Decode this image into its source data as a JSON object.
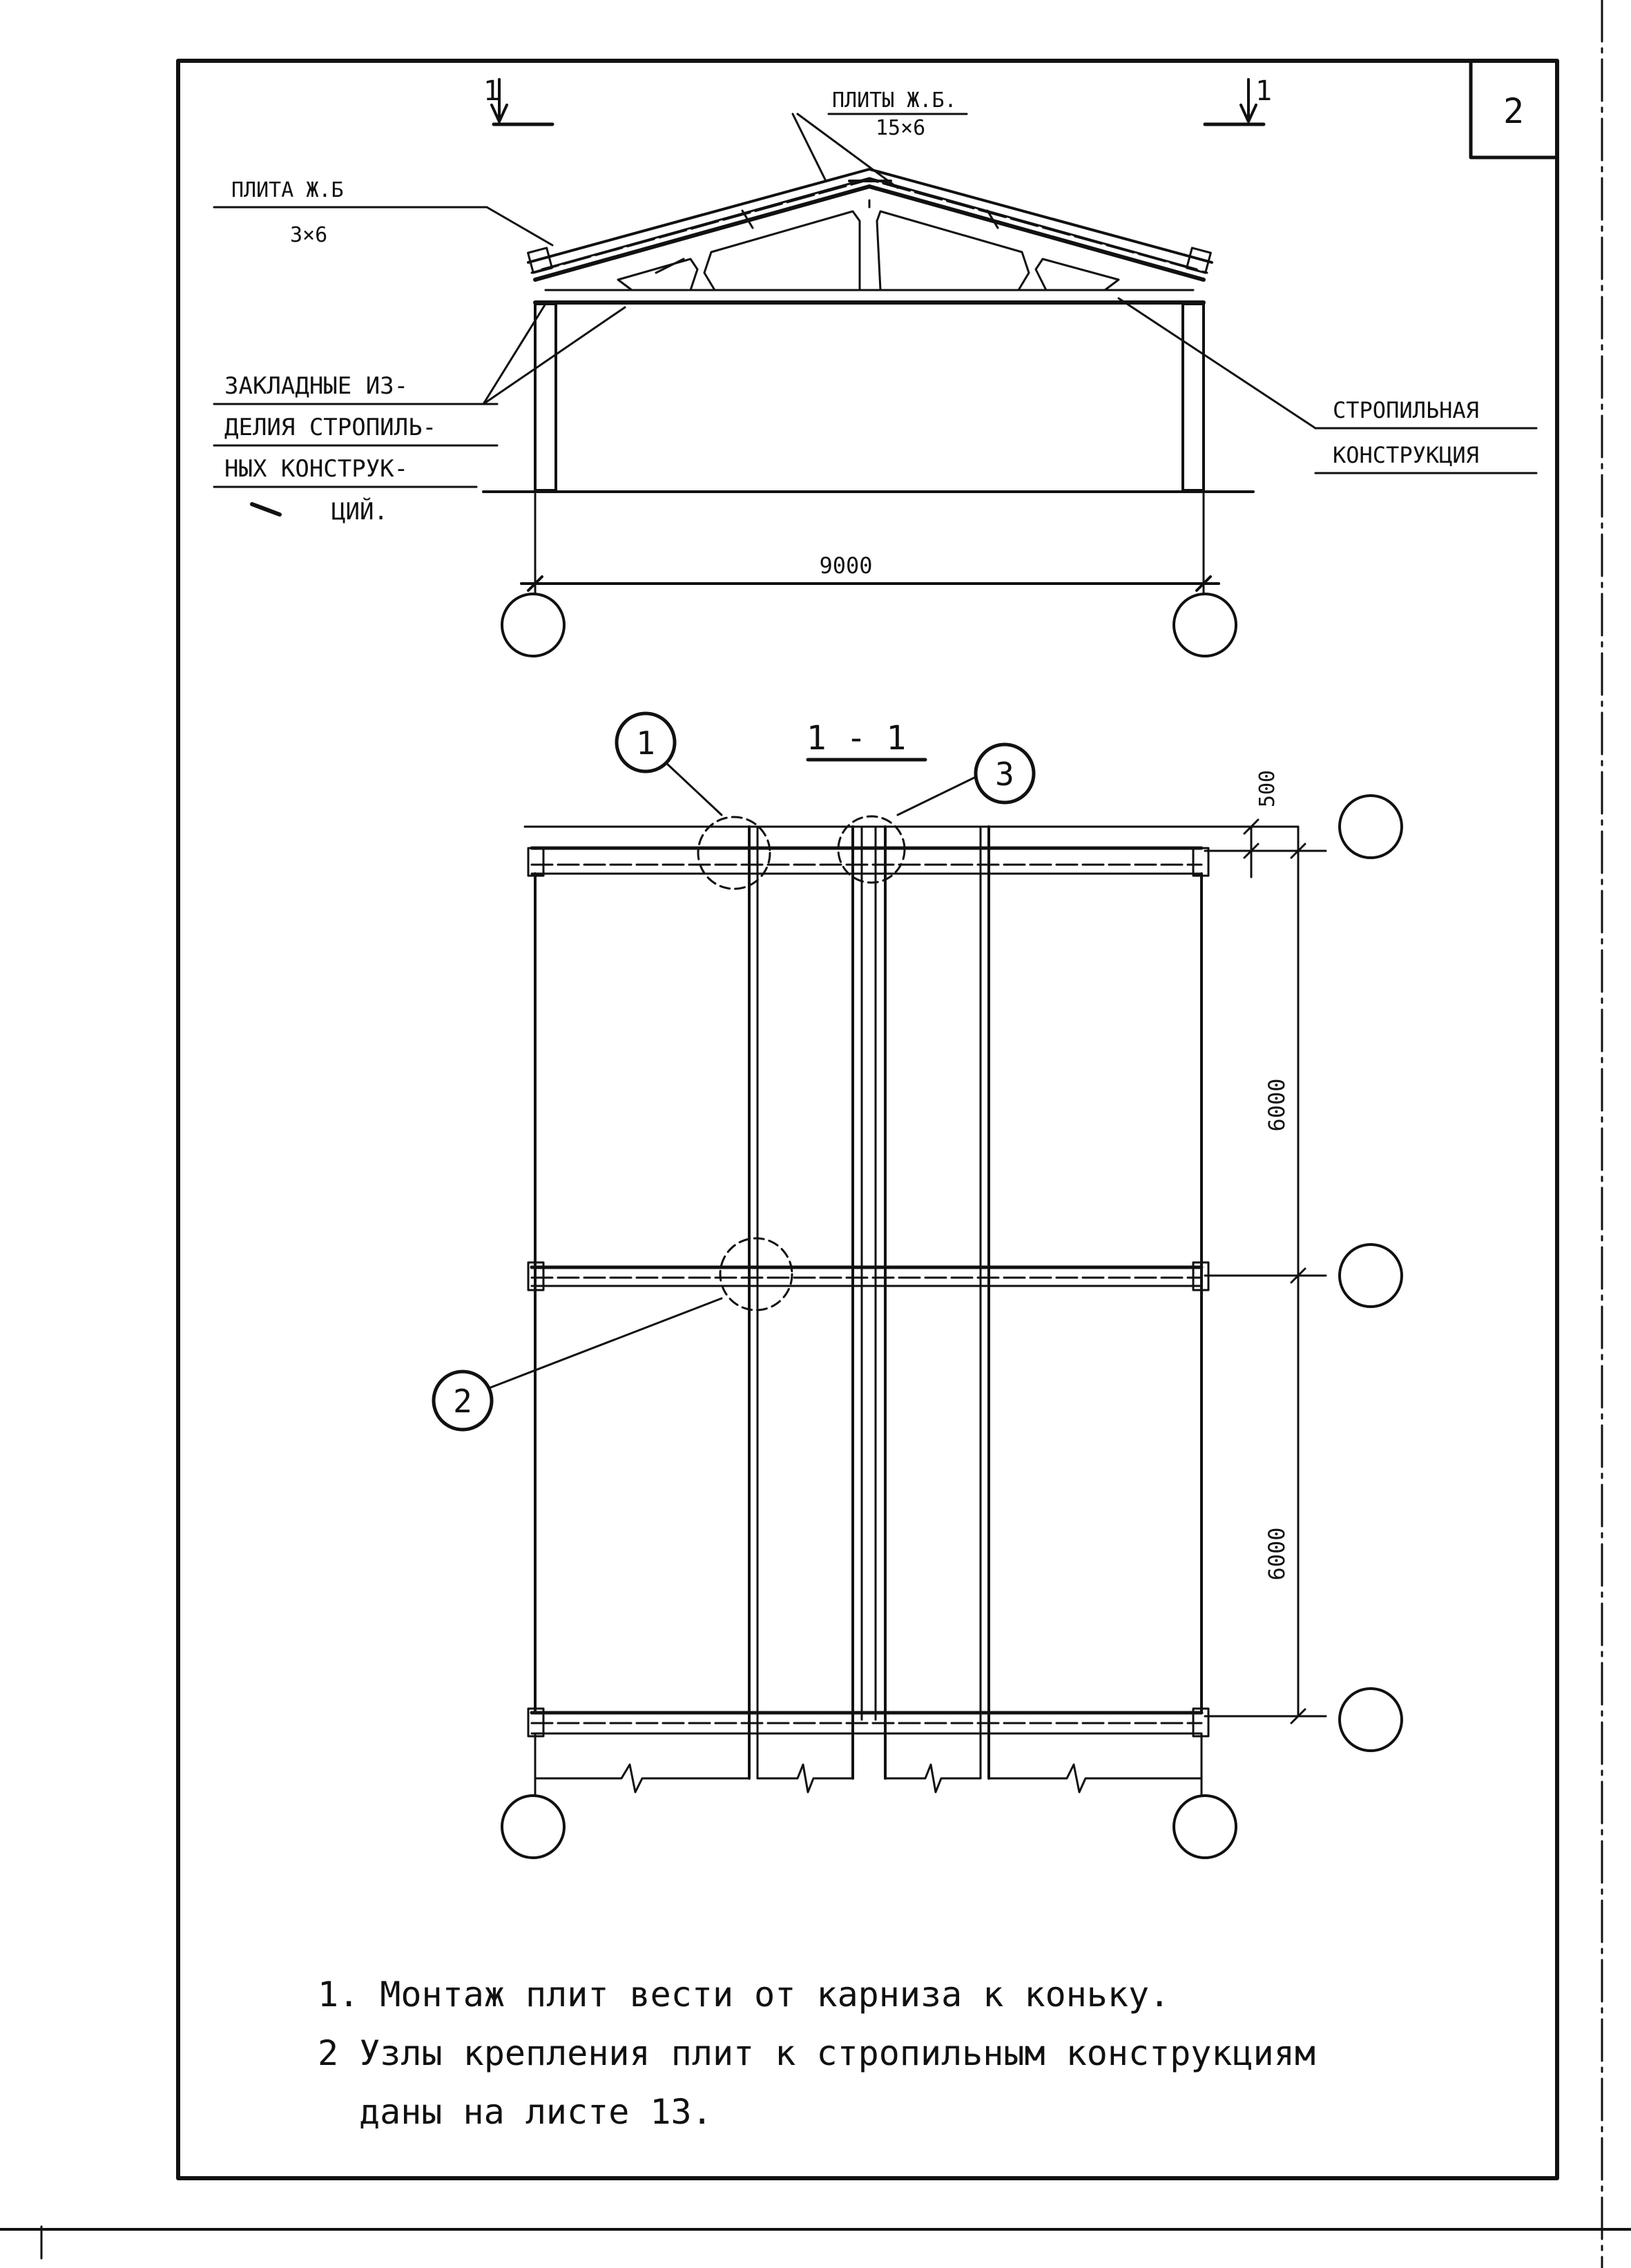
{
  "sheet": {
    "number": "2",
    "section_marker": "1"
  },
  "elevation": {
    "label_slabs_ridge": {
      "line1": "ПЛИТЫ Ж.Б.",
      "line2": "15×6"
    },
    "label_slab_eave": {
      "line1": "ПЛИТА Ж.Б",
      "line2": "3×6"
    },
    "label_embedded": {
      "line1": "ЗАКЛАДНЫЕ ИЗ-",
      "line2": "ДЕЛИЯ СТРОПИЛЬ-",
      "line3": "НЫХ КОНСТРУК-",
      "line4": "ЦИЙ."
    },
    "label_truss": {
      "line1": "СТРОПИЛЬНАЯ",
      "line2": "КОНСТРУКЦИЯ"
    },
    "span_dimension": "9000"
  },
  "plan": {
    "title": "1 - 1",
    "callouts": [
      "1",
      "2",
      "3"
    ],
    "dim_offset": "500",
    "dim_bay_1": "6000",
    "dim_bay_2": "6000"
  },
  "notes": {
    "line1": "1. Монтаж плит вести от карниза к коньку.",
    "line2": "2 Узлы крепления плит к стропильным конструкциям",
    "line3": "даны на листе 13."
  }
}
